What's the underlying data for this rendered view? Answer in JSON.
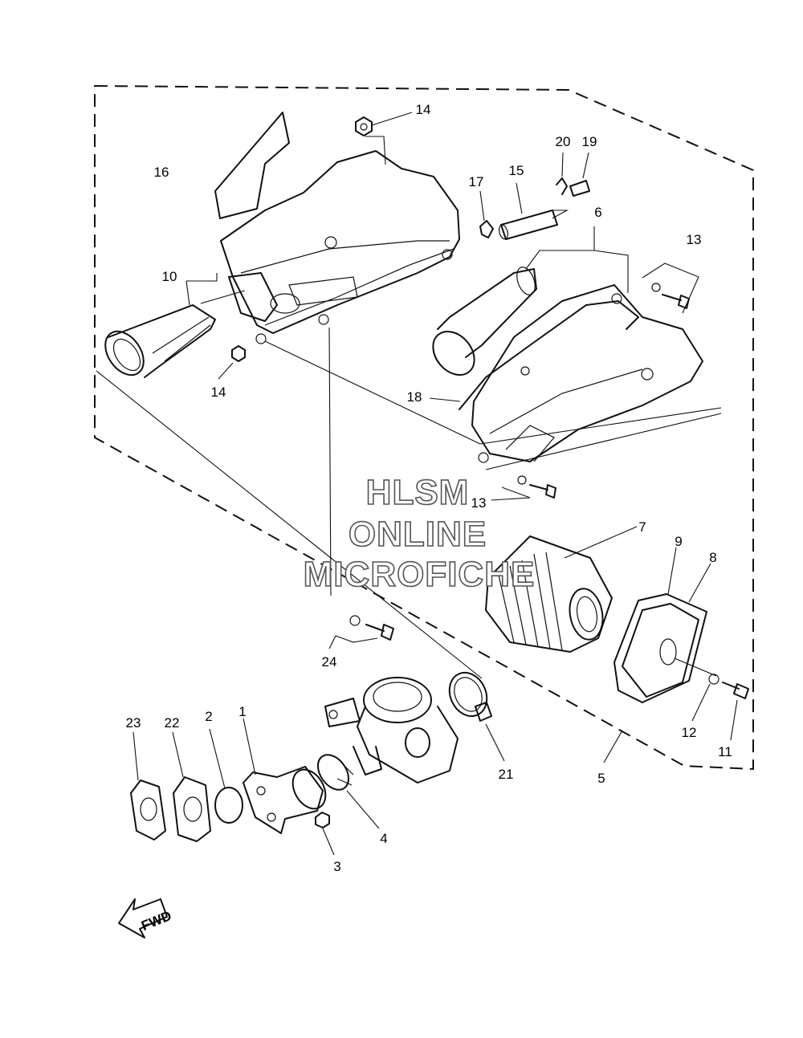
{
  "watermark": {
    "line1": "HLSM",
    "line2": "ONLINE",
    "line3": "MICROFICHE"
  },
  "fwd_label": "FWD",
  "callouts": {
    "c1": "1",
    "c2": "2",
    "c3": "3",
    "c4": "4",
    "c5": "5",
    "c6": "6",
    "c7": "7",
    "c8": "8",
    "c9": "9",
    "c10": "10",
    "c11": "11",
    "c12": "12",
    "c13a": "13",
    "c13b": "13",
    "c14a": "14",
    "c14b": "14",
    "c15": "15",
    "c16": "16",
    "c17": "17",
    "c18": "18",
    "c19": "19",
    "c20": "20",
    "c21": "21",
    "c22": "22",
    "c23": "23",
    "c24": "24"
  }
}
